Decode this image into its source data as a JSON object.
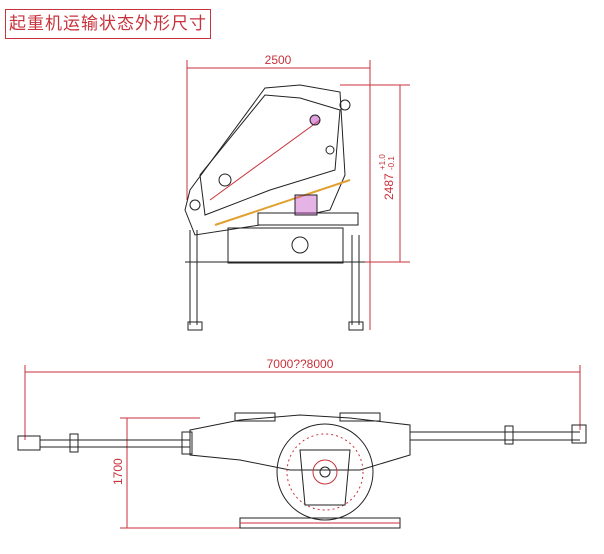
{
  "title": "起重机运输状态外形尺寸",
  "side_view": {
    "width_dim": "2500",
    "height_dim": "2487",
    "height_tol_upper": "+1.0",
    "height_tol_lower": "-0.1"
  },
  "plan_view": {
    "length_dim": "7000??8000",
    "width_dim": "1700"
  },
  "colors": {
    "dimension": "#c8323c",
    "line": "#222222",
    "accent": "#e0a030",
    "highlight": "#c040c0"
  }
}
